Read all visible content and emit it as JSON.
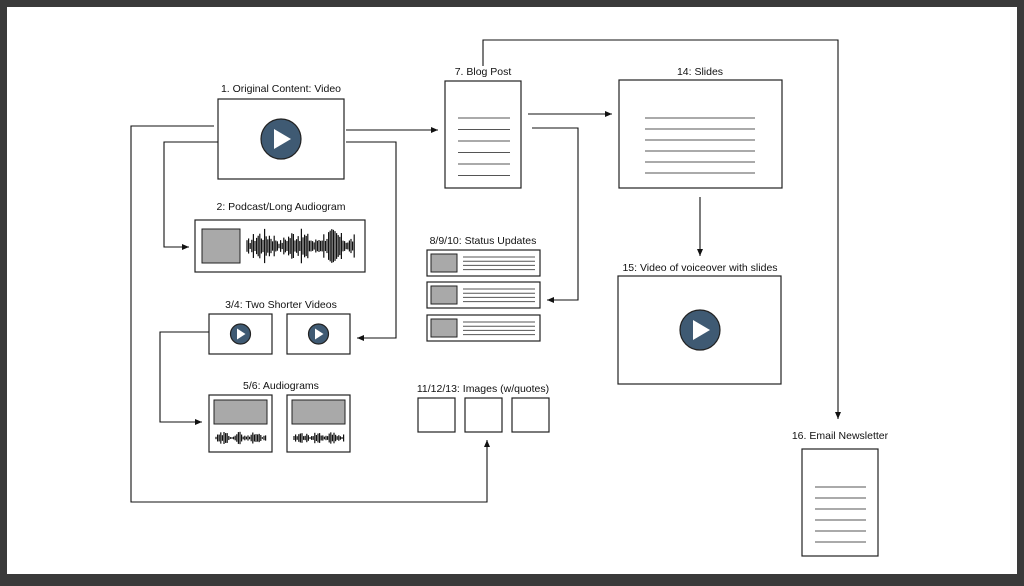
{
  "labels": {
    "original": "1. Original Content: Video",
    "podcast": "2: Podcast/Long Audiogram",
    "shorter": "3/4: Two Shorter Videos",
    "audiograms": "5/6: Audiograms",
    "blog": "7. Blog Post",
    "status": "8/9/10: Status Updates",
    "images": "11/12/13: Images (w/quotes)",
    "slides": "14: Slides",
    "voiceover": "15: Video of voiceover with slides",
    "newsletter": "16. Email Newsletter"
  },
  "colors": {
    "frame": "#3a3a3a",
    "play_fill": "#3f5a73",
    "placeholder_gray": "#a9a9a9"
  },
  "icons": [
    "play-icon",
    "audio-waveform-icon",
    "image-placeholder-icon",
    "document-lines-icon",
    "arrow-icon"
  ]
}
